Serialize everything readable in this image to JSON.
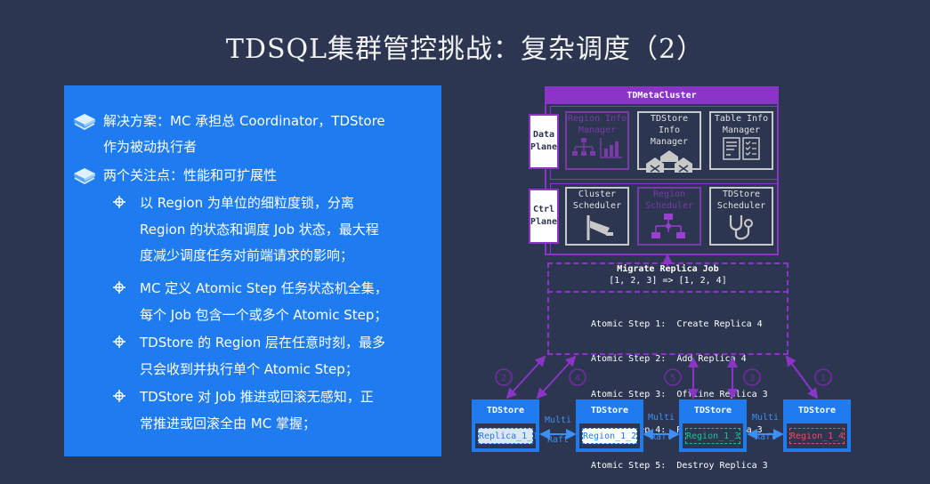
{
  "title": "TDSQL集群管控挑战：复杂调度（2）",
  "panel": {
    "bullets": [
      {
        "icon": "books-icon",
        "text": "解决方案：MC 承担总 Coordinator，TDStore\n作为被动执行者"
      },
      {
        "icon": "books-icon",
        "text": "两个关注点：性能和可扩展性"
      }
    ],
    "sub_bullets": [
      {
        "icon": "crosshair-icon",
        "text": "以 Region 为单位的细粒度锁，分离\nRegion 的状态和调度 Job 状态，最大程\n度减少调度任务对前端请求的影响；"
      },
      {
        "icon": "crosshair-icon",
        "text": "MC 定义 Atomic Step 任务状态机全集，\n每个 Job 包含一个或多个 Atomic Step；"
      },
      {
        "icon": "crosshair-icon",
        "text": "TDStore 的 Region 层在任意时刻，最多\n只会收到并执行单个 Atomic Step；"
      },
      {
        "icon": "crosshair-icon",
        "text": "TDStore 对 Job 推进或回滚无感知，正\n常推进或回滚全由 MC 掌握；"
      }
    ]
  },
  "diagram": {
    "cluster_title": "TDMetaCluster",
    "data_plane": "Data\nPlane",
    "ctrl_plane": "Ctrl\nPlane",
    "data_modules": [
      {
        "label": "Region Info\nManager",
        "icon": "hierarchy-chart-icon",
        "dim": true
      },
      {
        "label": "TDStore Info\nManager",
        "icon": "barns-icon",
        "dim": false
      },
      {
        "label": "Table Info\nManager",
        "icon": "checklist-icon",
        "dim": false
      }
    ],
    "ctrl_modules": [
      {
        "label": "Cluster\nScheduler",
        "icon": "security-camera-icon",
        "dim": false
      },
      {
        "label": "Region\nScheduler",
        "icon": "org-chart-icon",
        "dim": true
      },
      {
        "label": "TDStore\nScheduler",
        "icon": "stethoscope-icon",
        "dim": false
      }
    ],
    "job": {
      "title": "Migrate Replica Job",
      "transition": "[1, 2, 3] => [1, 2, 4]",
      "steps": [
        "Atomic Step 1:  Create Replica 4",
        "Atomic Step 2:  Add Replica 4",
        "Atomic Step 3:  Offline Replica 3",
        "Atomic Step 4:  Remove Replica 3",
        "Atomic Step 5:  Destroy Replica 3"
      ]
    },
    "stores": [
      {
        "header": "TDStore",
        "region": "Replica_1_1",
        "color": "#dde6f5",
        "text_color": "#1f7cf0"
      },
      {
        "header": "TDStore",
        "region": "Region_1_2",
        "color": "#ffffff",
        "text_color": "#1f7cf0"
      },
      {
        "header": "TDStore",
        "region": "Region_1_3",
        "color": "transparent",
        "text_color": "#27c08a"
      },
      {
        "header": "TDStore",
        "region": "Region_1_4",
        "color": "transparent",
        "text_color": "#ef4a5e"
      }
    ],
    "raft_links": [
      {
        "top": "Multi",
        "bottom": "Raft"
      },
      {
        "top": "Multi",
        "bottom": "Raft"
      },
      {
        "top": "Multi",
        "bottom": "Raft"
      }
    ],
    "step_markers": [
      "2",
      "4",
      "5",
      "3",
      "1"
    ],
    "colors": {
      "purple": "#8a34c8",
      "blue": "#1f7cf0",
      "background": "#2c3650"
    }
  }
}
